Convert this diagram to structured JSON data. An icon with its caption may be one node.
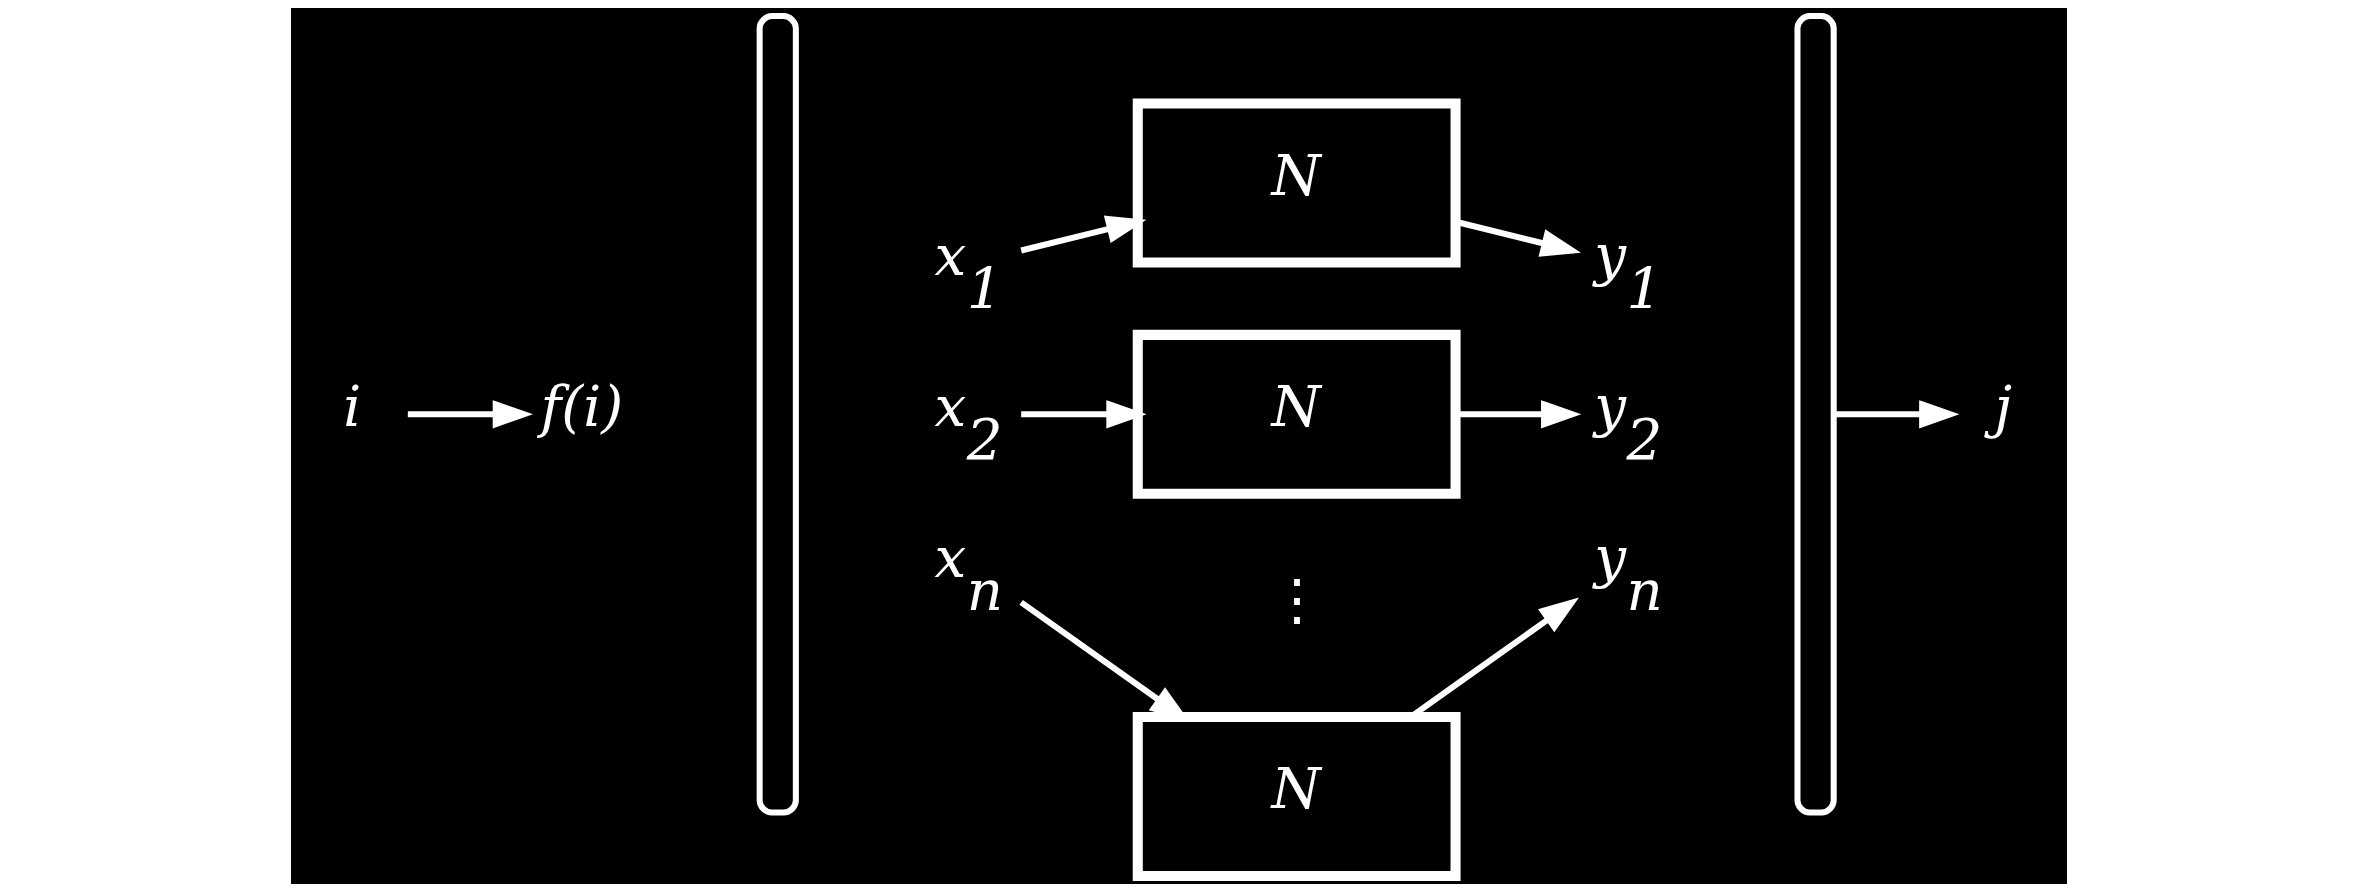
{
  "diagram": {
    "nodes": [
      {
        "text": [
          "i"
        ]
      },
      {
        "text": [
          "f(i)"
        ]
      },
      {
        "text": [],
        "shape": "bracket"
      },
      {
        "text": [
          "x$_{1}$"
        ]
      },
      {
        "text": [
          "N"
        ]
      },
      {
        "text": [
          "y$_{1}$"
        ]
      },
      {
        "text": [
          "x$_{2}$"
        ]
      },
      {
        "text": [
          "N"
        ]
      },
      {
        "text": [
          "y$_{2}$"
        ]
      },
      {
        "text": [
          "x$_{n}$"
        ]
      },
      {
        "text": [
          "N"
        ]
      },
      {
        "text": [
          "y$_{n}$"
        ]
      },
      {
        "text": [],
        "shape": "bracket"
      },
      {
        "text": [
          "j"
        ]
      }
    ],
    "edges": [
      {
        "from": 0,
        "to": 1,
        "arrow": "to"
      },
      {
        "from": 3,
        "to": 4,
        "arrow": "to"
      },
      {
        "from": 4,
        "to": 5,
        "arrow": "to"
      },
      {
        "from": 6,
        "to": 7,
        "arrow": "to"
      },
      {
        "from": 7,
        "to": 8,
        "arrow": "to"
      },
      {
        "from": 9,
        "to": 10,
        "arrow": "to"
      },
      {
        "from": 10,
        "to": 11,
        "arrow": "to"
      },
      {
        "from": 12,
        "to": 13,
        "arrow": "to"
      }
    ],
    "labels": [
      "⋮"
    ]
  }
}
